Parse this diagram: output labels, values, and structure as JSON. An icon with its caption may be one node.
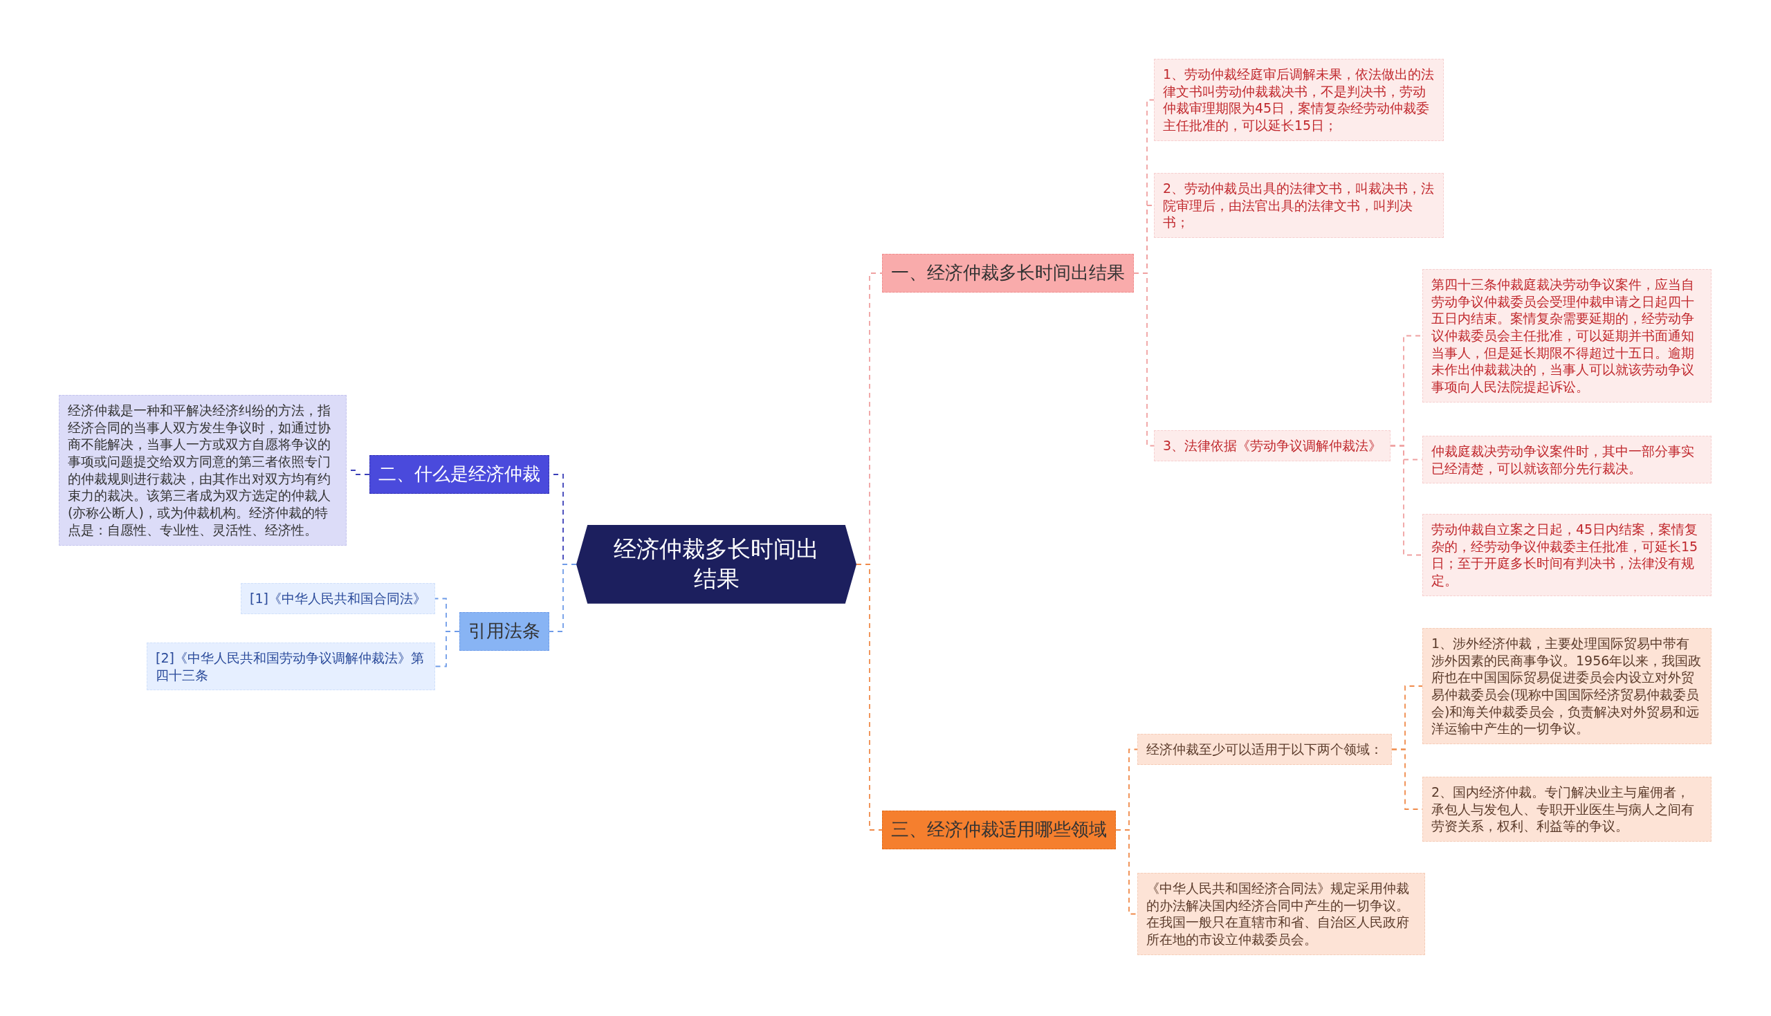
{
  "diagram": {
    "nodes": [
      {
        "text": [
          "经济仲裁多长时间出结果"
        ]
      },
      {
        "text": [
          "一、经济仲裁多长时间出结果"
        ]
      },
      {
        "text": [
          "1、劳动仲裁经庭审后调解未果，依法做出的法律文书叫劳动仲裁裁决书，不是判决书，劳动仲裁审理期限为45日，案情复杂经劳动仲裁委主任批准的，可以延长15日；"
        ]
      },
      {
        "text": [
          "2、劳动仲裁员出具的法律文书，叫裁决书，法院审理后，由法官出具的法律文书，叫判决书；"
        ]
      },
      {
        "text": [
          "3、法律依据《劳动争议调解仲裁法》"
        ]
      },
      {
        "text": [
          "第四十三条仲裁庭裁决劳动争议案件，应当自劳动争议仲裁委员会受理仲裁申请之日起四十五日内结束。案情复杂需要延期的，经劳动争议仲裁委员会主任批准，可以延期并书面通知当事人，但是延长期限不得超过十五日。逾期未作出仲裁裁决的，当事人可以就该劳动争议事项向人民法院提起诉讼。"
        ]
      },
      {
        "text": [
          "仲裁庭裁决劳动争议案件时，其中一部分事实已经清楚，可以就该部分先行裁决。"
        ]
      },
      {
        "text": [
          "劳动仲裁自立案之日起，45日内结案，案情复杂的，经劳动争议仲裁委主任批准，可延长15日；至于开庭多长时间有判决书，法律没有规定。"
        ]
      },
      {
        "text": [
          "二、什么是经济仲裁"
        ]
      },
      {
        "text": [
          "经济仲裁是一种和平解决经济纠纷的方法，指经济合同的当事人双方发生争议时，如通过协商不能解决，当事人一方或双方自愿将争议的事项或问题提交给双方同意的第三者依照专门的仲裁规则进行裁决，由其作出对双方均有约束力的裁决。该第三者成为双方选定的仲裁人(亦称公断人)，或为仲裁机构。经济仲裁的特点是：自愿性、专业性、灵活性、经济性。"
        ]
      },
      {
        "text": [
          "引用法条"
        ]
      },
      {
        "text": [
          "[1]《中华人民共和国合同法》"
        ]
      },
      {
        "text": [
          "[2]《中华人民共和国劳动争议调解仲裁法》第四十三条"
        ]
      },
      {
        "text": [
          "三、经济仲裁适用哪些领域"
        ]
      },
      {
        "text": [
          "经济仲裁至少可以适用于以下两个领域："
        ]
      },
      {
        "text": [
          "1、涉外经济仲裁，主要处理国际贸易中带有涉外因素的民商事争议。1956年以来，我国政府也在中国国际贸易促进委员会内设立对外贸易仲裁委员会(现称中国国际经济贸易仲裁委员会)和海关仲裁委员会，负责解决对外贸易和远洋运输中产生的一切争议。"
        ]
      },
      {
        "text": [
          "2、国内经济仲裁。专门解决业主与雇佣者，承包人与发包人、专职开业医生与病人之间有劳资关系，权利、利益等的争议。"
        ]
      },
      {
        "text": [
          "《中华人民共和国经济合同法》规定采用仲裁的办法解决国内经济合同中产生的一切争议。在我国一般只在直辖市和省、自治区人民政府所在地的市设立仲裁委员会。"
        ]
      }
    ],
    "edges": [
      {
        "from": 0,
        "to": 1,
        "arrow": "none",
        "style": "dashed",
        "color": "#f0a0a0"
      },
      {
        "from": 1,
        "to": 2,
        "arrow": "none",
        "style": "dashed",
        "color": "#f0a0a0"
      },
      {
        "from": 1,
        "to": 3,
        "arrow": "none",
        "style": "dashed",
        "color": "#f0a0a0"
      },
      {
        "from": 1,
        "to": 4,
        "arrow": "none",
        "style": "dashed",
        "color": "#f0a0a0"
      },
      {
        "from": 4,
        "to": 5,
        "arrow": "none",
        "style": "dashed",
        "color": "#f0a0a0"
      },
      {
        "from": 4,
        "to": 6,
        "arrow": "none",
        "style": "dashed",
        "color": "#f0a0a0"
      },
      {
        "from": 4,
        "to": 7,
        "arrow": "none",
        "style": "dashed",
        "color": "#f0a0a0"
      },
      {
        "from": 0,
        "to": 8,
        "arrow": "none",
        "style": "dashed",
        "color": "#3b3fb8"
      },
      {
        "from": 8,
        "to": 9,
        "arrow": "none",
        "style": "dashed",
        "color": "#3b3fb8"
      },
      {
        "from": 0,
        "to": 10,
        "arrow": "none",
        "style": "dashed",
        "color": "#6f9ce8"
      },
      {
        "from": 10,
        "to": 11,
        "arrow": "none",
        "style": "dashed",
        "color": "#6f9ce8"
      },
      {
        "from": 10,
        "to": 12,
        "arrow": "none",
        "style": "dashed",
        "color": "#6f9ce8"
      },
      {
        "from": 0,
        "to": 13,
        "arrow": "none",
        "style": "dashed",
        "color": "#f08a4a"
      },
      {
        "from": 13,
        "to": 14,
        "arrow": "none",
        "style": "dashed",
        "color": "#f08a4a"
      },
      {
        "from": 13,
        "to": 17,
        "arrow": "none",
        "style": "dashed",
        "color": "#f08a4a"
      },
      {
        "from": 14,
        "to": 15,
        "arrow": "none",
        "style": "dashed",
        "color": "#f08a4a"
      },
      {
        "from": 14,
        "to": 16,
        "arrow": "none",
        "style": "dashed",
        "color": "#f08a4a"
      }
    ]
  }
}
